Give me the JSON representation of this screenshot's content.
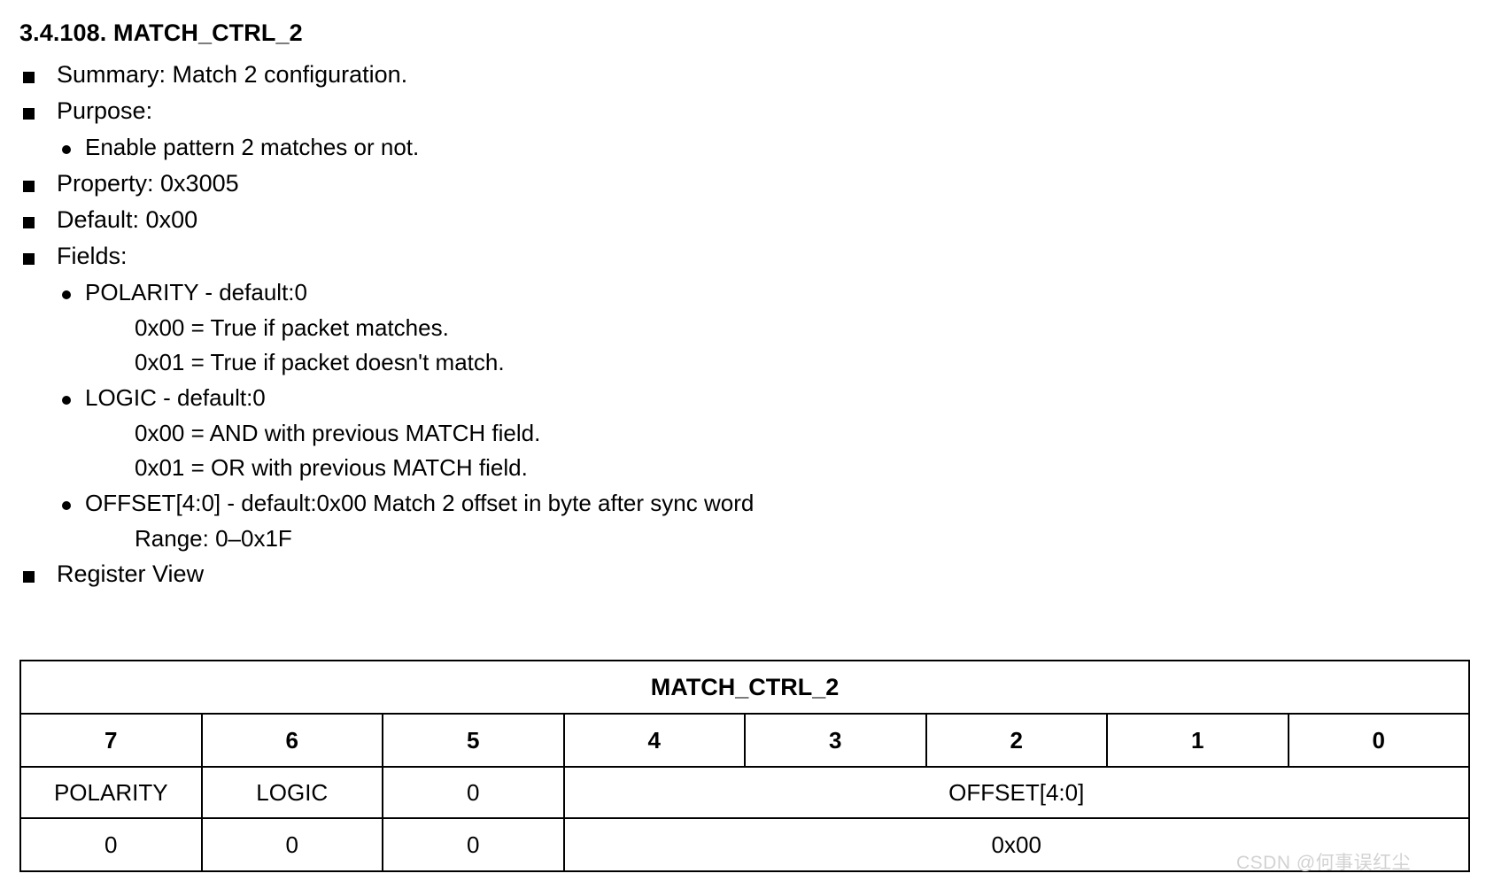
{
  "page": {
    "title": "3.4.108. MATCH_CTRL_2",
    "watermark": "CSDN @何事误红尘"
  },
  "content": [
    {
      "level": 1,
      "text": "Summary: Match 2 configuration."
    },
    {
      "level": 1,
      "text": "Purpose:"
    },
    {
      "level": 2,
      "text": "Enable pattern 2 matches or not."
    },
    {
      "level": 1,
      "text": "Property: 0x3005"
    },
    {
      "level": 1,
      "text": "Default: 0x00"
    },
    {
      "level": 1,
      "text": "Fields:"
    },
    {
      "level": 2,
      "text": "POLARITY - default:0"
    },
    {
      "level": 3,
      "text": "0x00 = True if packet matches."
    },
    {
      "level": 3,
      "text": "0x01 = True if packet doesn't match."
    },
    {
      "level": 2,
      "text": "LOGIC - default:0"
    },
    {
      "level": 3,
      "text": "0x00 = AND with previous MATCH field."
    },
    {
      "level": 3,
      "text": "0x01 = OR with previous MATCH field."
    },
    {
      "level": 2,
      "text": "OFFSET[4:0] - default:0x00 Match 2 offset in byte after sync word"
    },
    {
      "level": 3,
      "text": "Range: 0–0x1F"
    },
    {
      "level": 1,
      "text": "Register View"
    }
  ],
  "register_table": {
    "name": "MATCH_CTRL_2",
    "bits": [
      "7",
      "6",
      "5",
      "4",
      "3",
      "2",
      "1",
      "0"
    ],
    "fields": [
      {
        "label": "POLARITY",
        "span": 1
      },
      {
        "label": "LOGIC",
        "span": 1
      },
      {
        "label": "0",
        "span": 1
      },
      {
        "label": "OFFSET[4:0]",
        "span": 5
      }
    ],
    "defaults": [
      {
        "label": "0",
        "span": 1
      },
      {
        "label": "0",
        "span": 1
      },
      {
        "label": "0",
        "span": 1
      },
      {
        "label": "0x00",
        "span": 5
      }
    ]
  }
}
